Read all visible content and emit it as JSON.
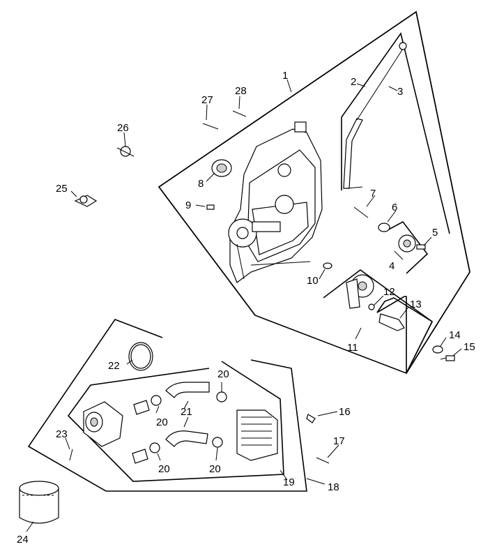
{
  "diagram": {
    "labels": [
      "1",
      "2",
      "3",
      "4",
      "5",
      "6",
      "7",
      "8",
      "9",
      "10",
      "11",
      "12",
      "13",
      "14",
      "15",
      "16",
      "17",
      "18",
      "19",
      "20",
      "20",
      "20",
      "20",
      "21",
      "22",
      "23",
      "24",
      "25",
      "26",
      "27",
      "28"
    ]
  }
}
